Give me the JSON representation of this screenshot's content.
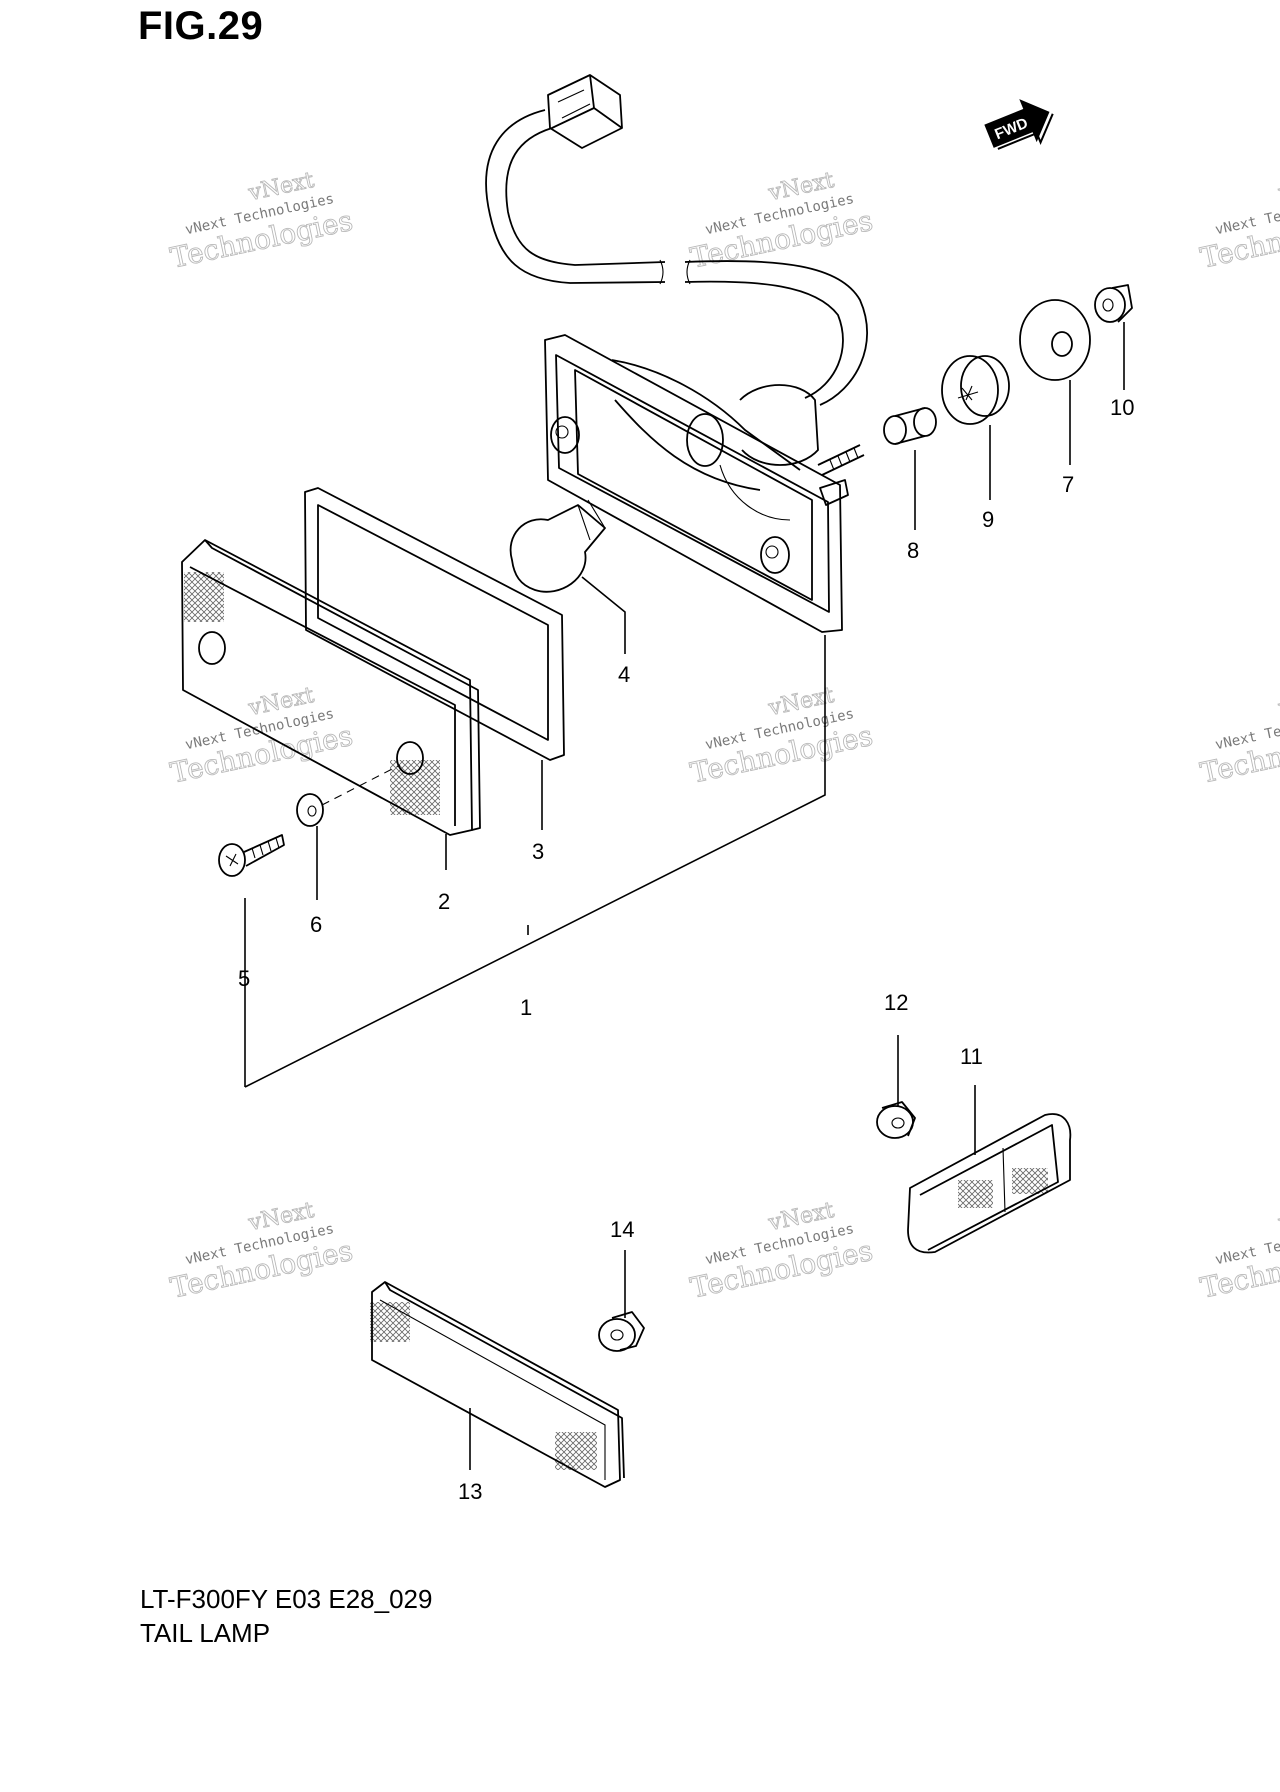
{
  "header": {
    "figure_title": "FIG.29"
  },
  "footer": {
    "model_code": "LT-F300FY E03 E28_029",
    "assembly_name": "TAIL LAMP"
  },
  "direction_badge": {
    "label": "FWD"
  },
  "watermark": {
    "line1": "vNext",
    "line2": "vNext Technologies",
    "line3": "Technologies"
  },
  "callouts": [
    "1",
    "2",
    "3",
    "4",
    "5",
    "6",
    "7",
    "8",
    "9",
    "10",
    "11",
    "12",
    "13",
    "14"
  ]
}
